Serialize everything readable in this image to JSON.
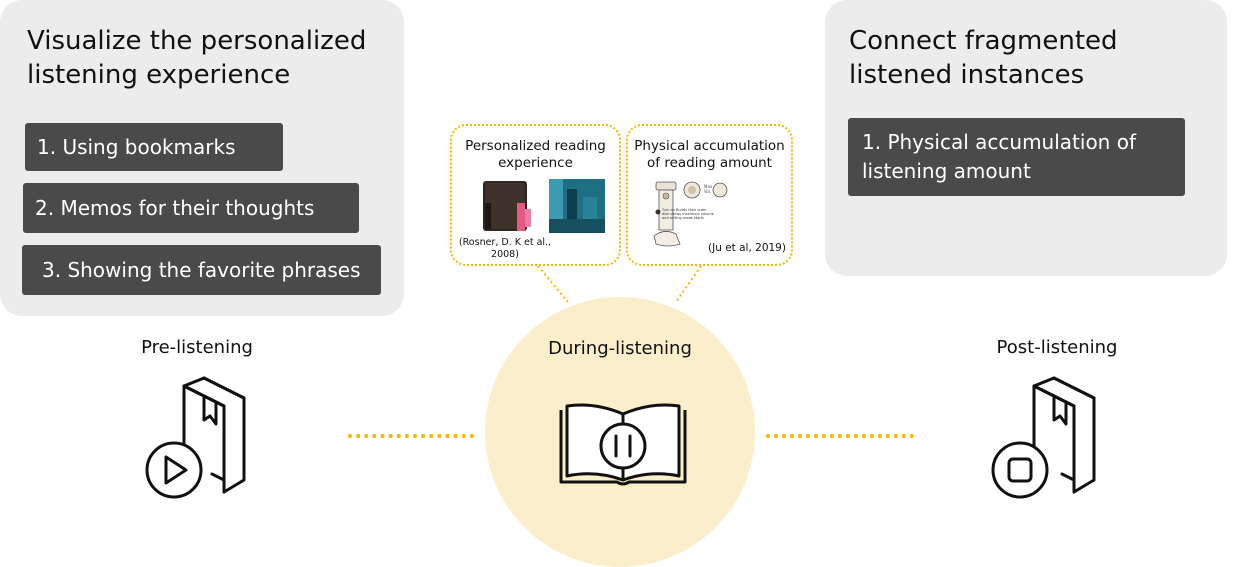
{
  "left_panel": {
    "title": "Visualize the personalized\nlistening experience",
    "items": [
      "1. Using bookmarks",
      "2. Memos for their thoughts",
      "3. Showing the favorite phrases"
    ]
  },
  "right_panel": {
    "title": "Connect fragmented\nlistened instances",
    "items": [
      "1.   Physical accumulation of\n       listening amount"
    ]
  },
  "bubbles": {
    "personalized": {
      "title": "Personalized reading\nexperience",
      "citation": "(Rosner, D. K et al.,\n2008)"
    },
    "physical": {
      "title": "Physical accumulation\nof reading amount",
      "citation": "(Ju et al, 2019)"
    }
  },
  "phases": {
    "pre": "Pre-listening",
    "during": "During-listening",
    "post": "Post-listening"
  },
  "colors": {
    "panel": "#ececec",
    "item": "#4a4a4a",
    "accent": "#f5b800",
    "circle": "#fbeecb"
  },
  "icons": {
    "pre": "book-play-icon",
    "during": "open-book-pause-icon",
    "post": "book-stop-icon"
  }
}
